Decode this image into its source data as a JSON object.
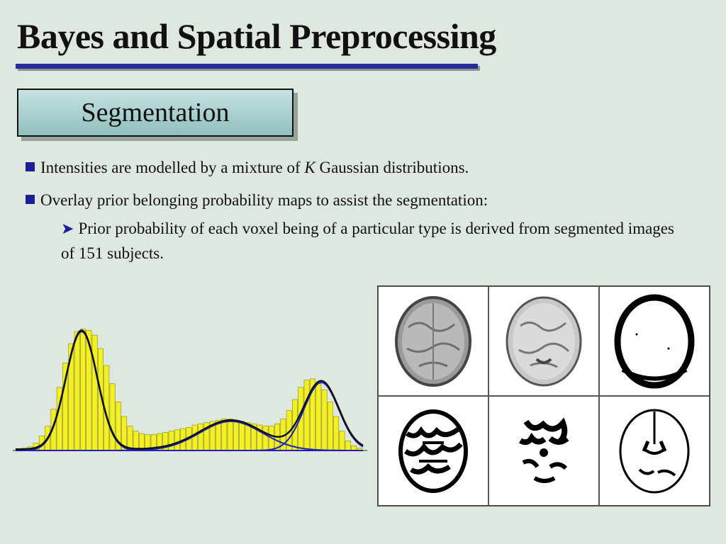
{
  "slide": {
    "title": "Bayes and Spatial Preprocessing",
    "section": "Segmentation",
    "bullets": [
      {
        "pre": "Intensities are modelled by a mixture of ",
        "em": "K",
        "post": " Gaussian distributions."
      },
      {
        "text": "Overlay prior belonging probability maps to assist the segmentation:"
      }
    ],
    "sub_bullet": "Prior probability of each voxel being of a particular type is derived from segmented images of 151 subjects."
  },
  "colors": {
    "title_rule": "#2a2aa0",
    "bullet": "#1d1d9a",
    "histogram_bar": "#f2f020",
    "mixture_curve": "#111111",
    "component_curve": "#2020c0"
  },
  "figure": {
    "images": [
      {
        "name": "brain-t1-slice"
      },
      {
        "name": "brain-t1-slice-enhanced"
      },
      {
        "name": "skull-scalp-map"
      },
      {
        "name": "grey-matter-map"
      },
      {
        "name": "white-matter-map"
      },
      {
        "name": "csf-map"
      }
    ]
  },
  "chart_data": {
    "type": "bar",
    "series": [
      {
        "values": [
          1,
          2,
          3,
          6,
          12,
          20,
          34,
          52,
          72,
          88,
          98,
          100,
          99,
          95,
          84,
          70,
          55,
          40,
          28,
          20,
          16,
          14,
          13,
          13,
          14,
          15,
          16,
          17,
          18,
          19,
          21,
          22,
          23,
          24,
          25,
          26,
          26,
          25,
          24,
          23,
          22,
          21,
          20,
          20,
          22,
          26,
          33,
          42,
          52,
          58,
          59,
          56,
          50,
          40,
          28,
          16,
          8,
          4,
          2
        ]
      },
      {
        "name": "component-1",
        "mean": 0.19,
        "sd": 0.045,
        "amplitude": 98
      },
      {
        "name": "component-2",
        "mean": 0.62,
        "sd": 0.09,
        "amplitude": 24
      },
      {
        "name": "component-3",
        "mean": 0.88,
        "sd": 0.05,
        "amplitude": 56
      }
    ]
  }
}
